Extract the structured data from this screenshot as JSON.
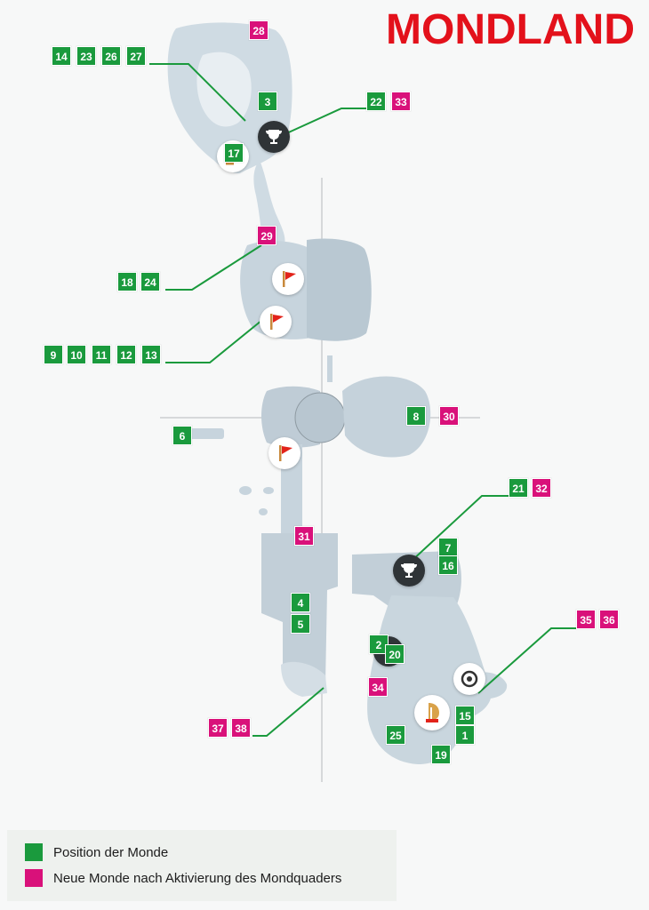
{
  "title": "MONDLAND",
  "legend": {
    "green_label": "Position der Monde",
    "magenta_label": "Neue Monde nach Aktivierung des Mondquaders"
  },
  "colors": {
    "title": "#e3111b",
    "green": "#1a9a3d",
    "magenta": "#d9117a",
    "connector_line": "#1a9a3d",
    "terrain": "#c9d6de",
    "terrain_dark": "#aab9c3"
  },
  "icons": {
    "trophy": "trophy-icon",
    "flag": "checkpoint-flag-icon",
    "odyssey": "odyssey-ship-icon",
    "scope": "binoculars-icon"
  },
  "moons": {
    "n1": "1",
    "n2": "2",
    "n3": "3",
    "n4": "4",
    "n5": "5",
    "n6": "6",
    "n7": "7",
    "n8": "8",
    "n9": "9",
    "n10": "10",
    "n11": "11",
    "n12": "12",
    "n13": "13",
    "n14": "14",
    "n15": "15",
    "n16": "16",
    "n17": "17",
    "n18": "18",
    "n19": "19",
    "n20": "20",
    "n21": "21",
    "n22": "22",
    "n23": "23",
    "n24": "24",
    "n25": "25",
    "n26": "26",
    "n27": "27",
    "n28": "28",
    "n29": "29",
    "n30": "30",
    "n31": "31",
    "n32": "32",
    "n33": "33",
    "n34": "34",
    "n35": "35",
    "n36": "36",
    "n37": "37",
    "n38": "38"
  }
}
